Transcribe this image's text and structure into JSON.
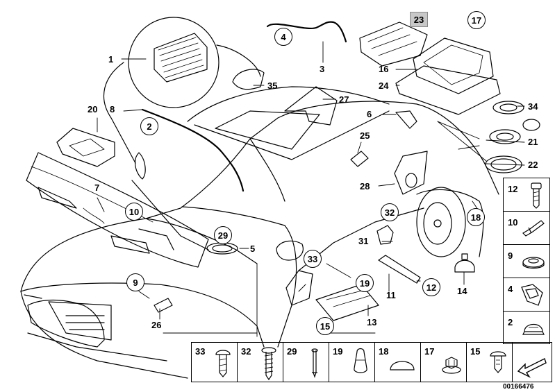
{
  "callouts": {
    "c1": "1",
    "c3": "3",
    "c5": "5",
    "c6": "6",
    "c7": "7",
    "c8": "8",
    "c11": "11",
    "c13": "13",
    "c14": "14",
    "c16": "16",
    "c20": "20",
    "c21": "21",
    "c22": "22",
    "c24": "24",
    "c25": "25",
    "c26": "26",
    "c27": "27",
    "c28": "28",
    "c31": "31",
    "c34": "34",
    "c35": "35"
  },
  "circled": {
    "c2": "2",
    "c4": "4",
    "c9": "9",
    "c10": "10",
    "c12": "12",
    "c15": "15",
    "c17": "17",
    "c18": "18",
    "c19": "19",
    "c29": "29",
    "c32": "32",
    "c33": "33"
  },
  "boxed": {
    "c23": "23"
  },
  "legend_right": [
    {
      "label": "12",
      "icon": "screw-icon"
    },
    {
      "label": "10",
      "icon": "expanding-rivet-icon"
    },
    {
      "label": "9",
      "icon": "grommet-icon"
    },
    {
      "label": "4",
      "icon": "clip-icon"
    },
    {
      "label": "2",
      "icon": "plug-icon"
    }
  ],
  "legend_bottom": [
    {
      "label": "33",
      "icon": "screw-icon"
    },
    {
      "label": "32",
      "icon": "threaded-screw-icon"
    },
    {
      "label": "29",
      "icon": "pin-icon"
    },
    {
      "label": "19",
      "icon": "rubber-buffer-icon"
    },
    {
      "label": "18",
      "icon": "cap-icon"
    },
    {
      "label": "17",
      "icon": "nut-icon"
    },
    {
      "label": "15",
      "icon": "push-rivet-icon"
    }
  ],
  "reference_code": "00166476"
}
